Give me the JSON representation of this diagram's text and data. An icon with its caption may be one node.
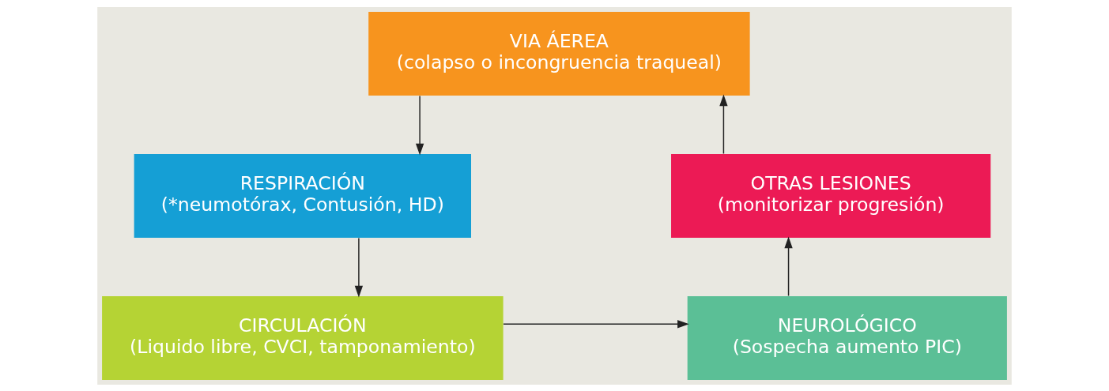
{
  "diagram": {
    "nodes": [
      {
        "text": [
          "VIA ÁEREA",
          "(colapso o incongruencia traqueal)"
        ]
      },
      {
        "text": [
          "RESPIRACIÓN",
          "(*neumotórax, Contusión, HD)"
        ]
      },
      {
        "text": [
          "CIRCULACIÓN",
          "(Liquido libre, CVCI, tamponamiento)"
        ]
      },
      {
        "text": [
          "NEUROLÓGICO",
          "(Sospecha aumento PIC)"
        ]
      },
      {
        "text": [
          "OTRAS LESIONES",
          "(monitorizar progresión)"
        ]
      }
    ],
    "edges": [
      {
        "from": 0,
        "to": 1,
        "arrow": "to"
      },
      {
        "from": 1,
        "to": 2,
        "arrow": "to"
      },
      {
        "from": 2,
        "to": 3,
        "arrow": "to"
      },
      {
        "from": 3,
        "to": 4,
        "arrow": "to"
      },
      {
        "from": 4,
        "to": 0,
        "arrow": "to"
      }
    ]
  }
}
